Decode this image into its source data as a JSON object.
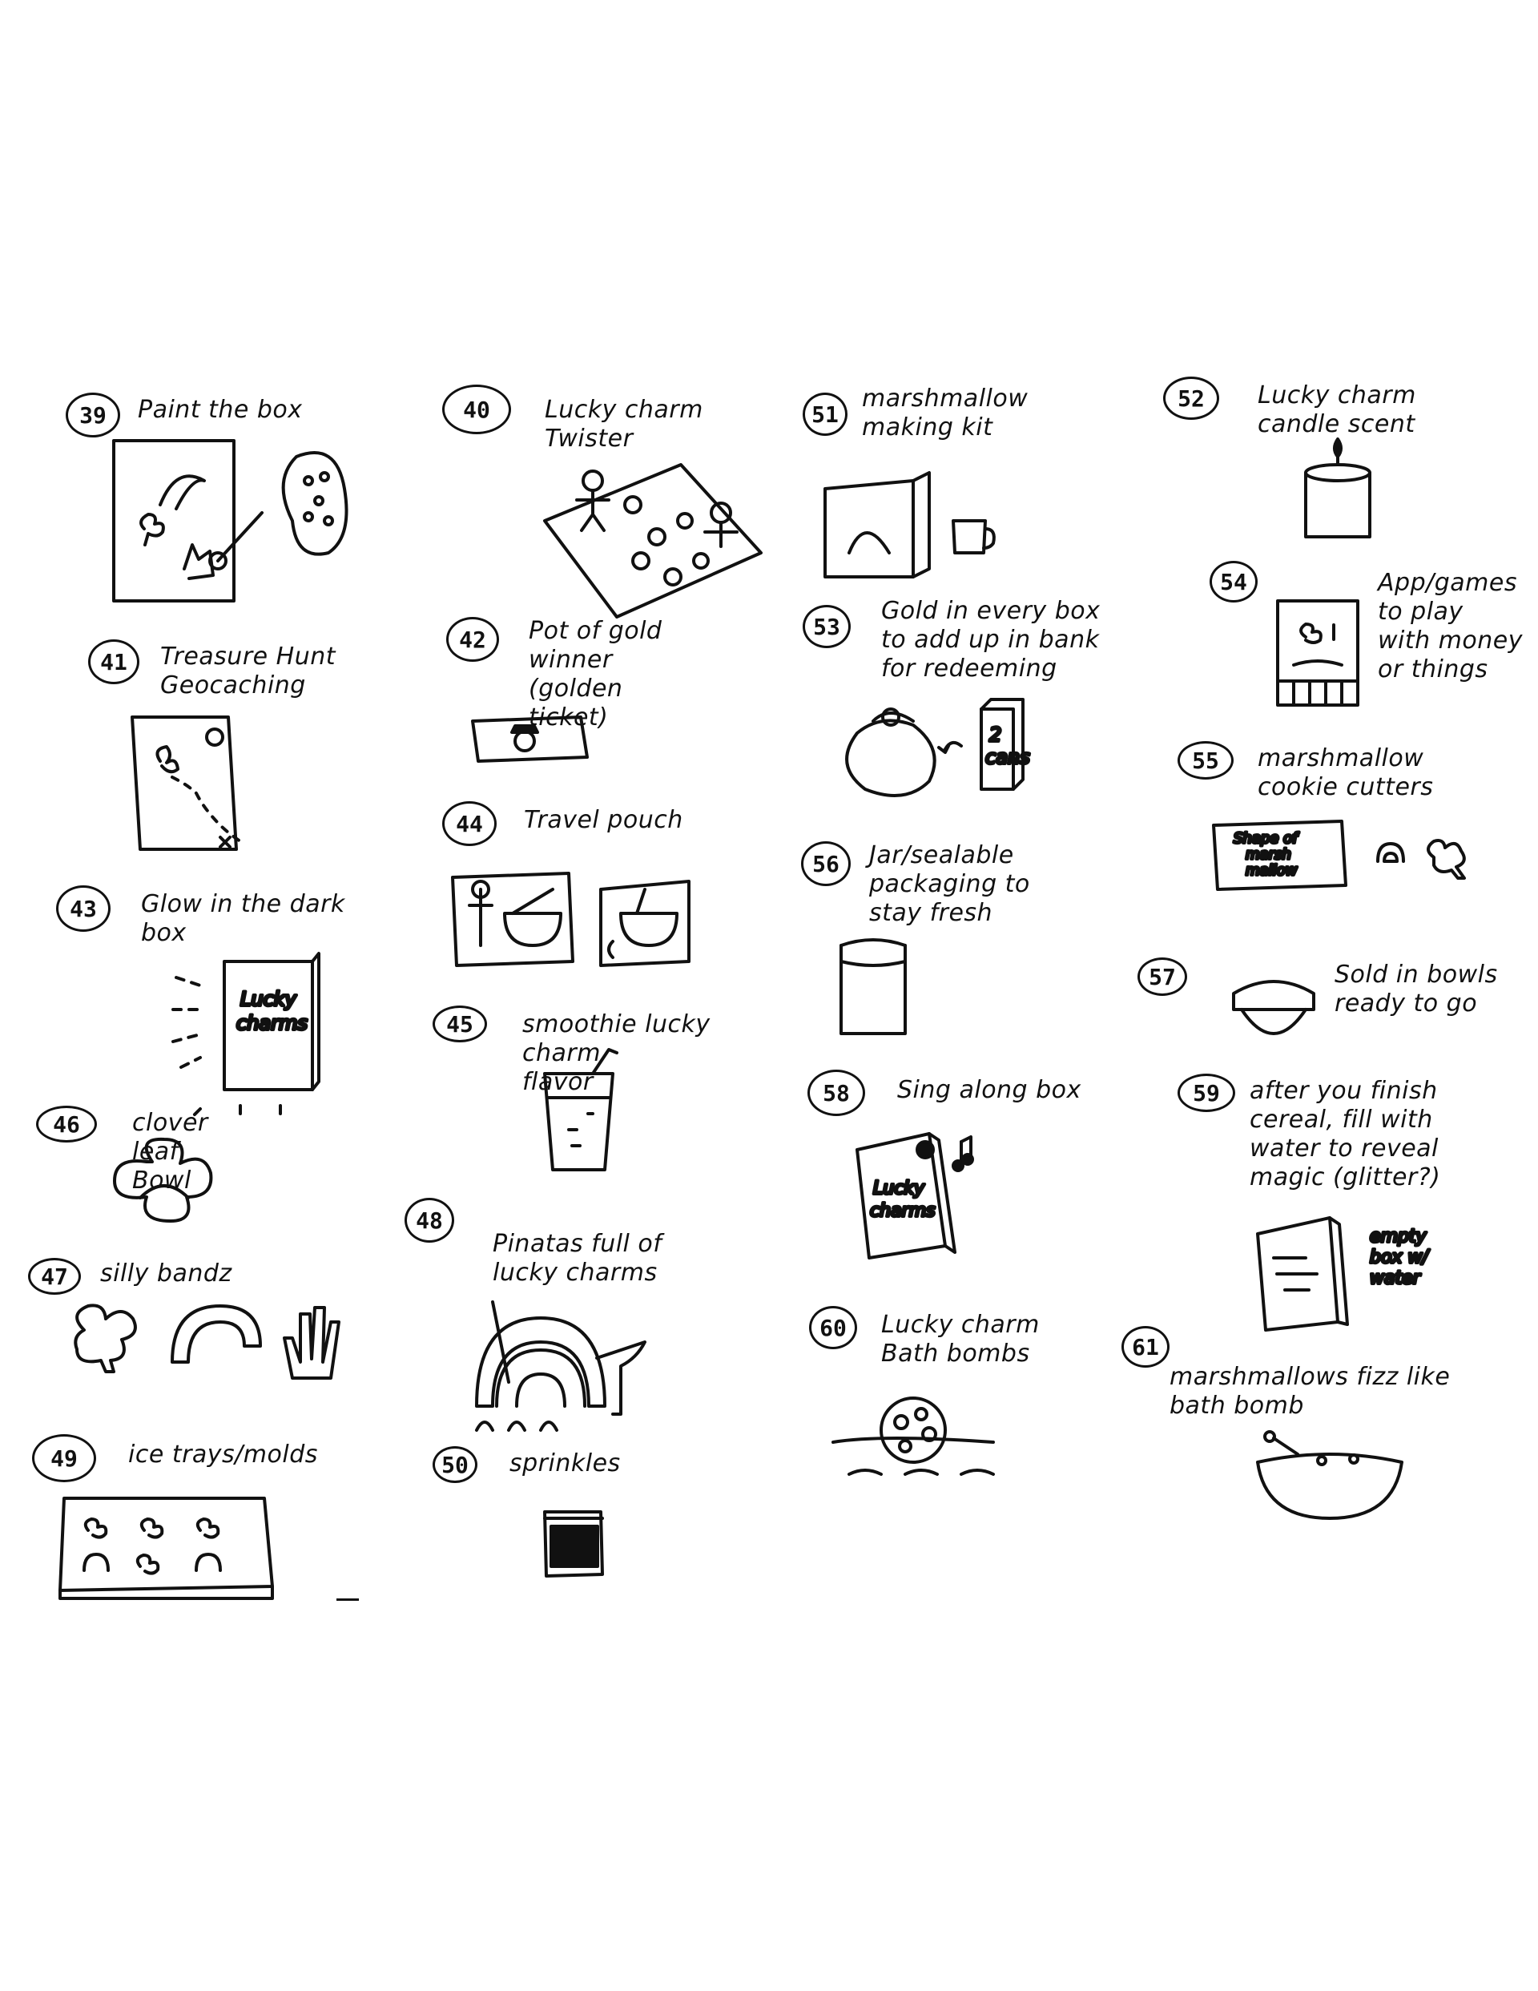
{
  "page": {
    "background": "#ffffff",
    "ink": "#111111"
  },
  "ideas": [
    {
      "number": "39",
      "caption": "Paint the box",
      "sketch_label": ""
    },
    {
      "number": "40",
      "caption": "Lucky charm\nTwister",
      "sketch_label": ""
    },
    {
      "number": "51",
      "caption": "marshmallow\nmaking kit",
      "sketch_label": ""
    },
    {
      "number": "52",
      "caption": "Lucky charm\ncandle scent",
      "sketch_label": ""
    },
    {
      "number": "41",
      "caption": "Treasure Hunt\nGeocaching",
      "sketch_label": ""
    },
    {
      "number": "42",
      "caption": "Pot of gold\nwinner\n(golden\nticket)",
      "sketch_label": ""
    },
    {
      "number": "53",
      "caption": "Gold in every box\nto add up in bank\nfor redeeming",
      "sketch_label": "2\ncans"
    },
    {
      "number": "54",
      "caption": "App/games\nto play\nwith money\nor things",
      "sketch_label": ""
    },
    {
      "number": "44",
      "caption": "Travel pouch",
      "sketch_label": ""
    },
    {
      "number": "55",
      "caption": "marshmallow\ncookie cutters",
      "sketch_label": "Shape of\nmarsh\nmallow"
    },
    {
      "number": "43",
      "caption": "Glow in the dark\nbox",
      "sketch_label": "Lucky\ncharms"
    },
    {
      "number": "56",
      "caption": "Jar/sealable\npackaging to\nstay fresh",
      "sketch_label": ""
    },
    {
      "number": "57",
      "caption": "Sold in bowls\nready to go",
      "sketch_label": ""
    },
    {
      "number": "45",
      "caption": "smoothie lucky\ncharm\nflavor",
      "sketch_label": ""
    },
    {
      "number": "46",
      "caption": "clover\nleaf\nBowl",
      "sketch_label": ""
    },
    {
      "number": "58",
      "caption": "Sing along box",
      "sketch_label": "Lucky\ncharms"
    },
    {
      "number": "59",
      "caption": "after you finish\ncereal, fill with\nwater to reveal\nmagic (glitter?)",
      "sketch_label": "empty\nbox w/\nwater"
    },
    {
      "number": "47",
      "caption": "silly bandz",
      "sketch_label": ""
    },
    {
      "number": "48",
      "caption": "Pinatas full of\nlucky charms",
      "sketch_label": ""
    },
    {
      "number": "60",
      "caption": "Lucky charm\nBath bombs",
      "sketch_label": ""
    },
    {
      "number": "61",
      "caption": "marshmallows fizz like\nbath bomb",
      "sketch_label": ""
    },
    {
      "number": "49",
      "caption": "ice trays/molds",
      "sketch_label": ""
    },
    {
      "number": "50",
      "caption": "sprinkles",
      "sketch_label": ""
    }
  ]
}
